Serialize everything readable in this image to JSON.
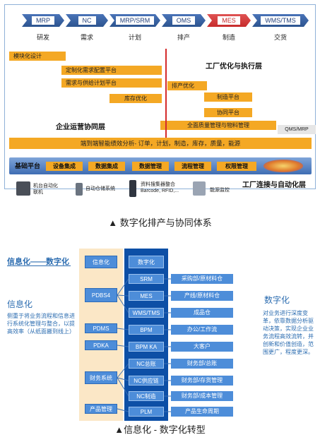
{
  "fig1": {
    "stages": [
      {
        "box": "MRP",
        "label": "研发"
      },
      {
        "box": "NC",
        "label": "需求"
      },
      {
        "box": "MRP/SRM",
        "label": "计划"
      },
      {
        "box": "OMS",
        "label": "排产"
      },
      {
        "box": "MES",
        "label": "制造"
      },
      {
        "box": "WMS/TMS",
        "label": "交货"
      }
    ],
    "bars": {
      "mod_design": "模块化设计",
      "custom_demand": "定制化需求配置平台",
      "demand_supply": "需求与供给计划平台",
      "inventory": "库存优化",
      "schedule_opt": "排产优化",
      "manufacturing": "制造平台",
      "collab": "协同平台",
      "quality": "全面质量管理与物料管理",
      "qms": "QMS/MRP",
      "e2e": "端到端智能绩效分析- 订单，计划，制造，库存，质量，能源"
    },
    "layers": {
      "enterprise": "企业运营协同层",
      "factory_opt": "工厂优化与执行层",
      "connect": "工厂连接与自动化层"
    },
    "platform": {
      "label": "基础平台",
      "buttons": [
        "设备集成",
        "数据集成",
        "数据管理",
        "流程管理",
        "权限管理"
      ]
    },
    "devices": [
      "机台自动化联机",
      "自动仓储系统",
      "资料搜集器整合 Barcode, RFID,...",
      "能源监控"
    ]
  },
  "caption1": "▲ 数字化排产与协同体系",
  "fig2": {
    "header": "信息化——数字化",
    "left_title": "信息化",
    "left_text": "侧重于将业务流程和信息进行系统化管理与整合，以提高效率（从纸面搬到线上）",
    "col1": [
      "信息化",
      "PDBS4",
      "PDMS",
      "PDKA",
      "财务系统",
      "产品管理"
    ],
    "col2": [
      "数字化",
      "SRM",
      "MES",
      "WMS/TMS",
      "BPM",
      "BPM KA",
      "NC总账",
      "NC供应链",
      "NC制造",
      "PLM"
    ],
    "col3": [
      "采购部/原材料仓",
      "产线/原材料仓",
      "成品仓",
      "办公/工作流",
      "大客户",
      "财务部/总账",
      "财务部/存货管理",
      "财务部/成本管理",
      "产品生命周期"
    ],
    "right_title": "数字化",
    "right_text": "对业务进行深度变革，依靠数据分析驱动决策，实现企业业务流程高效流转，并创新和价值创造，范围更广，程度更深。"
  },
  "caption2": "▲信息化 - 数字化转型"
}
